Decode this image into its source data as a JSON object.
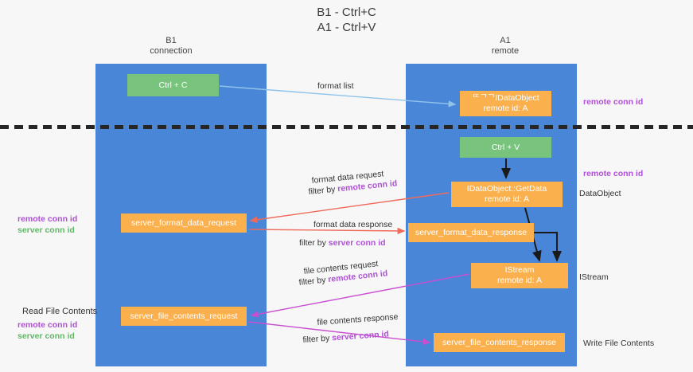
{
  "title": "B1 - Ctrl+C\nA1 - Ctrl+V",
  "columns": {
    "left": "B1\nconnection",
    "right": "A1\nremote"
  },
  "nodes": {
    "ctrl_c": "Ctrl + C",
    "idataobject": "ᄄᄀᄀIDataObject\nremote id: A",
    "ctrl_v": "Ctrl + V",
    "getdata": "IDataObject::GetData\nremote id: A",
    "server_format_data_request": "server_format_data_request",
    "server_format_data_response": "server_format_data_response",
    "istream": "IStream\nremote id: A",
    "server_file_contents_request": "server_file_contents_request",
    "server_file_contents_response": "server_file_contents_response"
  },
  "edges": {
    "format_list": "format list",
    "format_data_request": "format data request",
    "format_data_request_filter_prefix": "filter by ",
    "format_data_request_filter_key": "remote conn id",
    "format_data_response": "format data response",
    "format_data_response_filter_prefix": "filter by ",
    "format_data_response_filter_key": "server conn id",
    "file_contents_request": "file contents request",
    "file_contents_request_filter_prefix": "filter by ",
    "file_contents_request_filter_key": "remote conn id",
    "file_contents_response": "file contents response",
    "file_contents_response_filter_prefix": "filter by ",
    "file_contents_response_filter_key": "server conn id"
  },
  "annotations": {
    "remote_conn_id_top": "remote conn id",
    "remote_conn_id_mid": "remote conn id",
    "dataobject": "DataObject",
    "istream": "IStream",
    "write_file_contents": "Write File Contents",
    "read_file_contents": "Read File Contents",
    "left_conn_remote": "remote conn id",
    "left_conn_server": "server conn id",
    "left_conn_remote_2": "remote conn id",
    "left_conn_server_2": "server conn id"
  },
  "colors": {
    "lane": "#4a86d8",
    "node_green": "#79c47d",
    "node_orange": "#fbb04e",
    "accent_purple": "#b04fd8",
    "accent_green": "#61b866",
    "arrow_blue": "#8fc3ea",
    "arrow_red": "#ef6a5a",
    "arrow_magenta": "#c94fd0",
    "arrow_black": "#1a1a1a",
    "background": "#f7f7f7"
  }
}
